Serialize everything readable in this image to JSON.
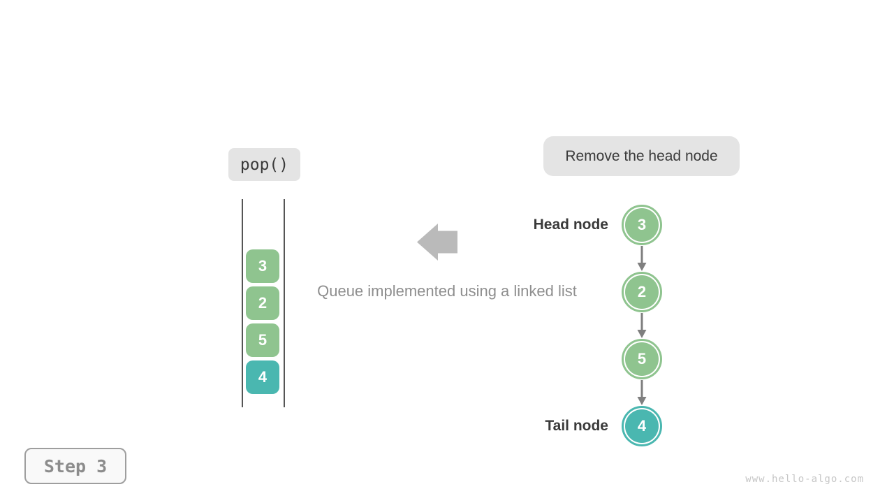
{
  "palette": {
    "node_green": "#8FC48F",
    "node_teal": "#4AB7B0",
    "connector_gray": "#7F7F7F",
    "big_arrow_gray": "#BABABA",
    "bubble_bg": "#E4E4E4"
  },
  "operation": {
    "label": "pop()"
  },
  "instruction": {
    "label": "Remove the head node"
  },
  "queue_stack": {
    "items": [
      {
        "value": "3",
        "color": "#8FC48F"
      },
      {
        "value": "2",
        "color": "#8FC48F"
      },
      {
        "value": "5",
        "color": "#8FC48F"
      },
      {
        "value": "4",
        "color": "#4AB7B0"
      }
    ]
  },
  "caption": "Queue implemented using a linked list",
  "linked_list": {
    "head_label": "Head node",
    "tail_label": "Tail node",
    "nodes": [
      {
        "value": "3",
        "color": "#8FC48F"
      },
      {
        "value": "2",
        "color": "#8FC48F"
      },
      {
        "value": "5",
        "color": "#8FC48F"
      },
      {
        "value": "4",
        "color": "#4AB7B0"
      }
    ]
  },
  "step": {
    "label": "Step 3"
  },
  "watermark": "www.hello-algo.com"
}
